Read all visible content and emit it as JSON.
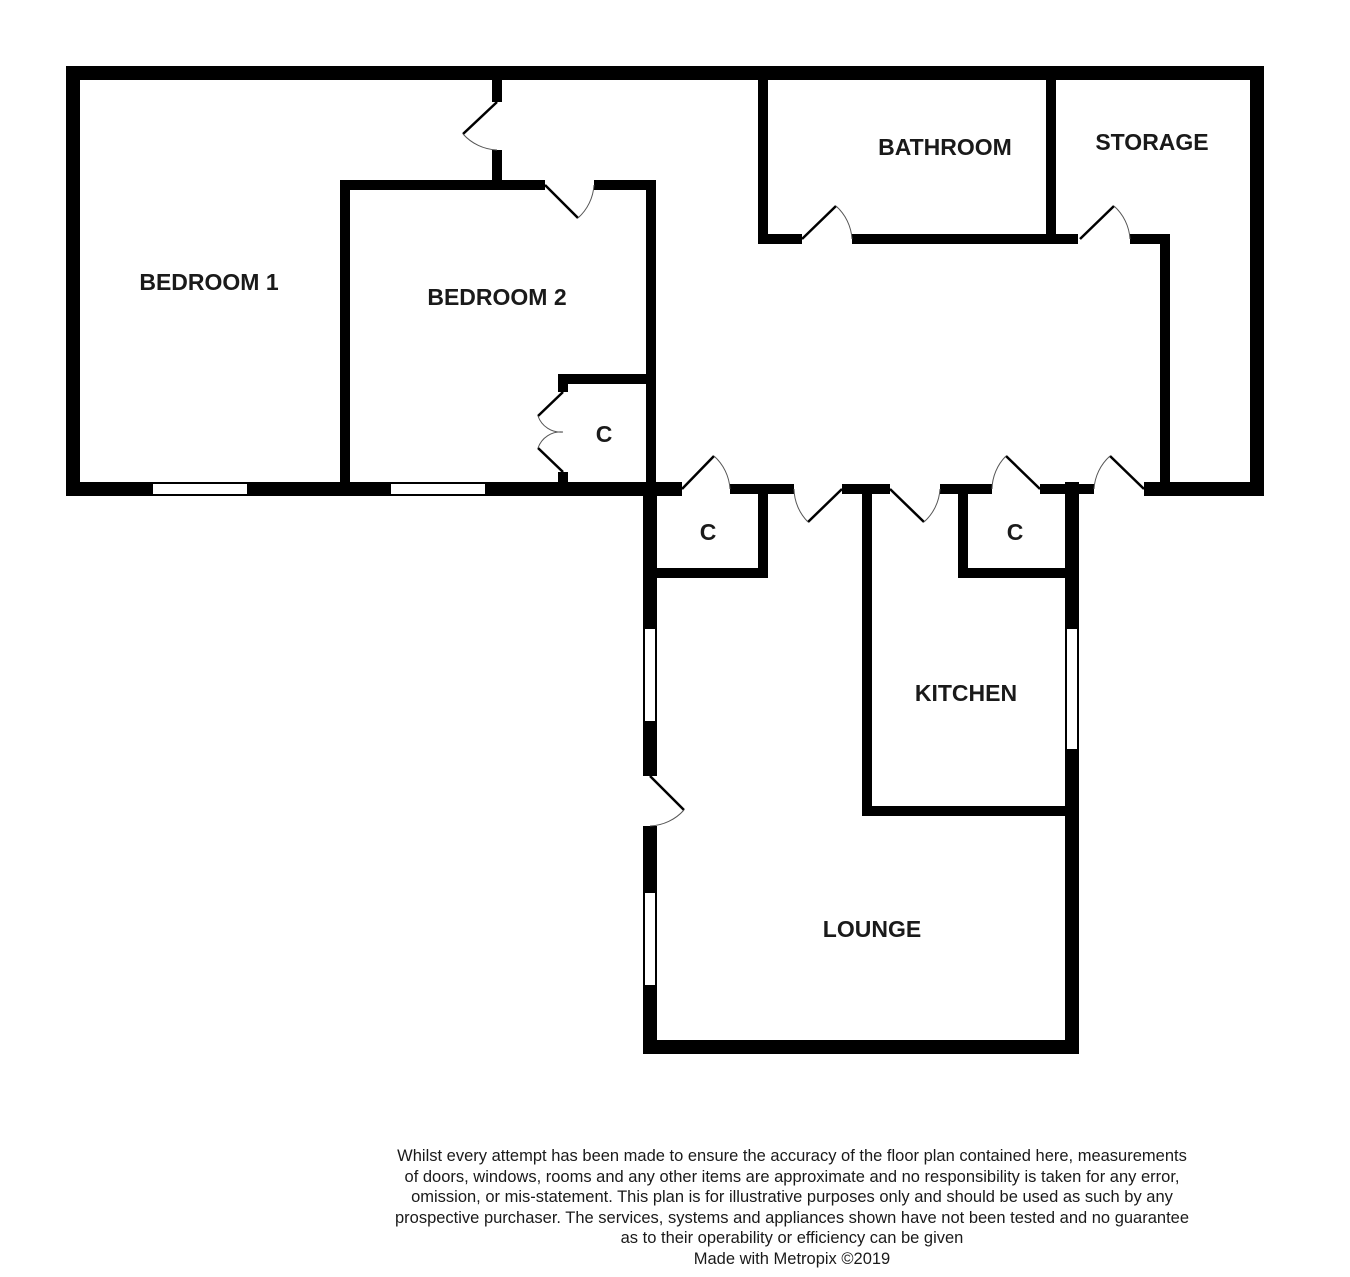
{
  "rooms": {
    "bedroom1": "BEDROOM 1",
    "bedroom2": "BEDROOM 2",
    "bathroom": "BATHROOM",
    "storage": "STORAGE",
    "kitchen": "KITCHEN",
    "lounge": "LOUNGE",
    "closet_bedroom2": "C",
    "closet_hall_left": "C",
    "closet_hall_right": "C"
  },
  "disclaimer": {
    "lines": [
      "Whilst every attempt has been made to ensure the accuracy of the floor plan contained here, measurements",
      "of doors, windows, rooms and any other items are approximate and no responsibility is taken for any error,",
      "omission, or mis-statement. This plan is for illustrative purposes only and should be used as such by any",
      "prospective purchaser. The services, systems and appliances shown have not been tested and no guarantee",
      "as to their operability or efficiency can be given"
    ],
    "credit": "Made with Metropix ©2019"
  },
  "colors": {
    "wall": "#000000",
    "background": "#ffffff",
    "text": "#1a1a1a"
  }
}
